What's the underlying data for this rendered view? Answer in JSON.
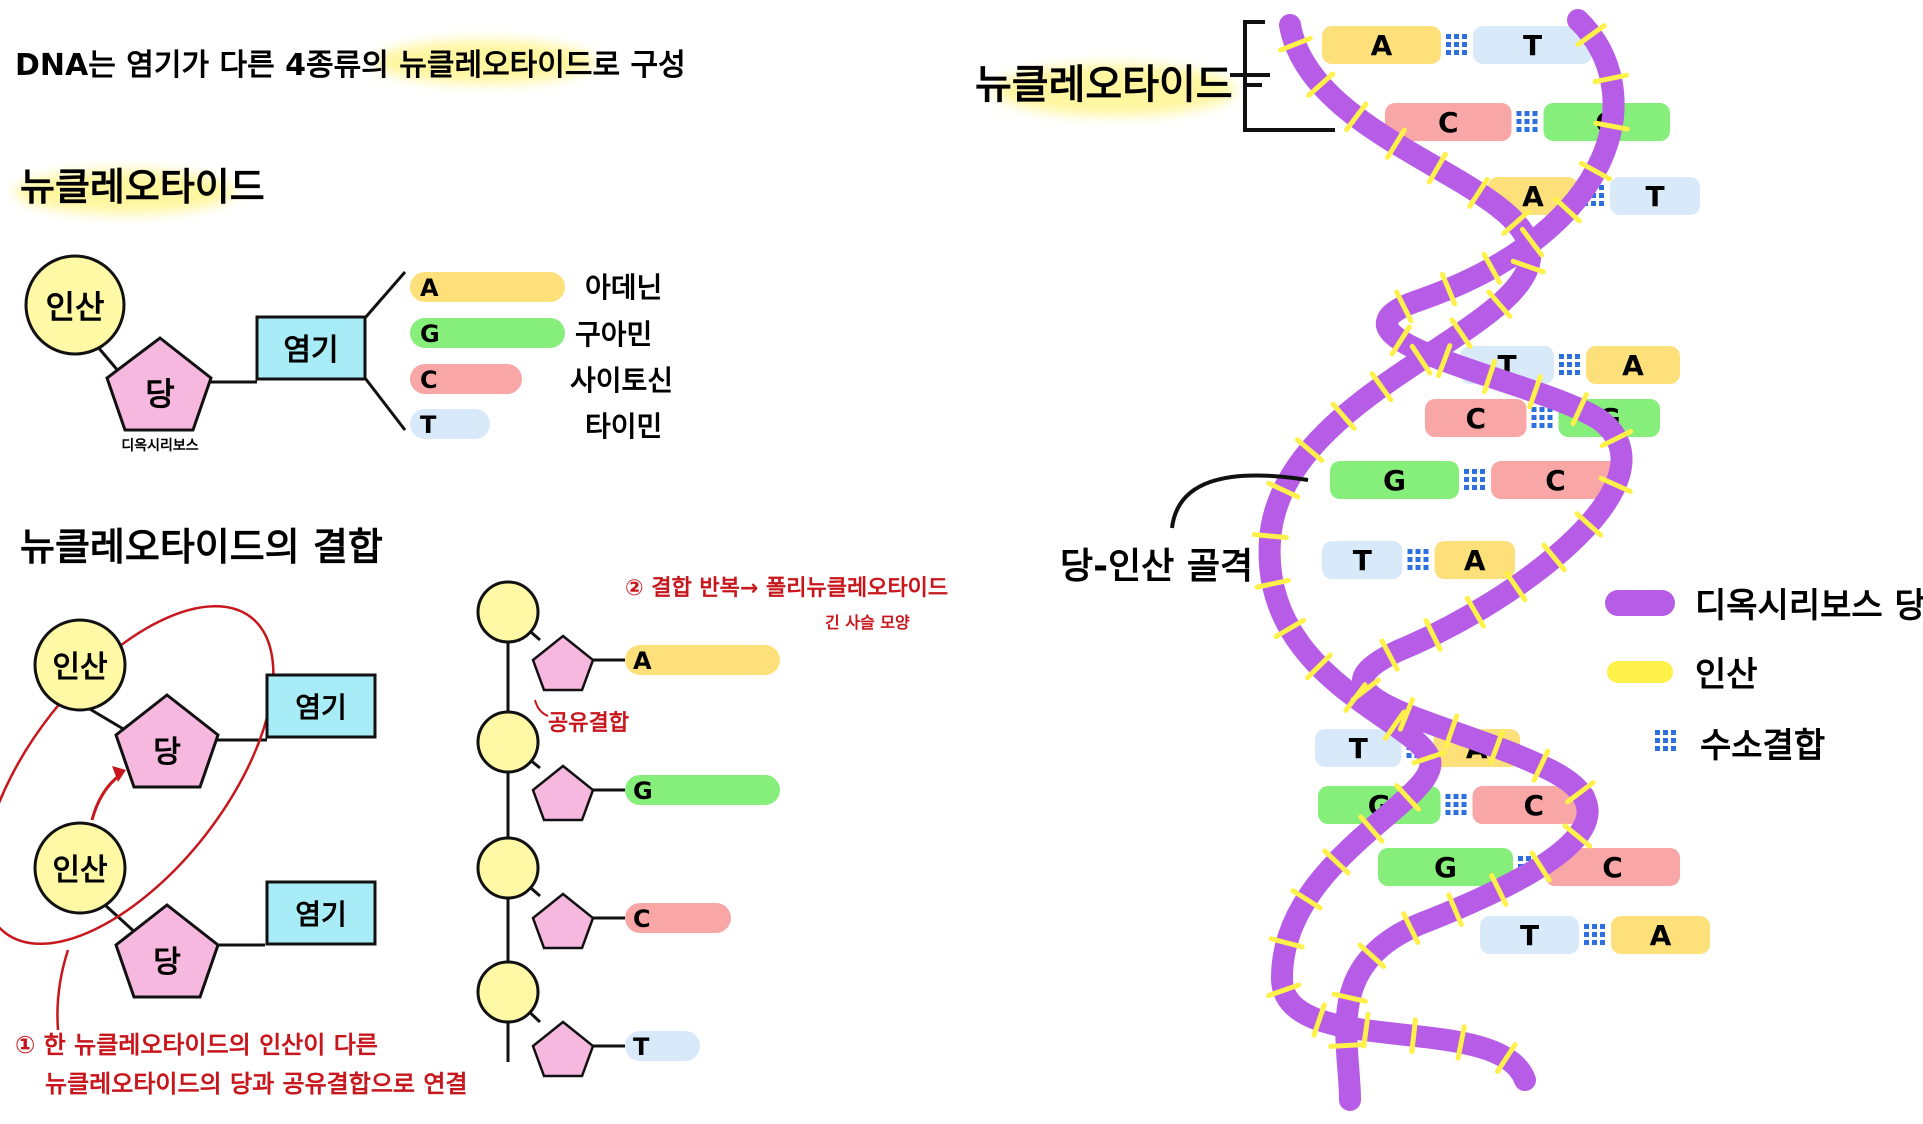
{
  "intro_text": "DNA는 염기가 다른 4종류의 뉴클레오타이드로 구성",
  "section1_title": "뉴클레오타이드",
  "section2_title": "뉴클레오타이드의 결합",
  "nucleotide": {
    "phosphate": "인산",
    "sugar": "당",
    "sugar_name": "디옥시리보스",
    "base": "염기"
  },
  "bases": [
    {
      "letter": "A",
      "name": "아데닌",
      "color": "#fde07a"
    },
    {
      "letter": "G",
      "name": "구아민",
      "color": "#86ee7a"
    },
    {
      "letter": "C",
      "name": "사이토신",
      "color": "#f9a6a6"
    },
    {
      "letter": "T",
      "name": "타이민",
      "color": "#d8e9fa"
    }
  ],
  "bonding": {
    "note1_line1": "① 한 뉴클레오타이드의 인산이 다른",
    "note1_line2": "뉴클레오타이드의 당과 공유결합으로 연결",
    "note2_line1": "② 결합 반복→ 폴리뉴클레오타이드",
    "note2_line2": "긴 사슬 모양",
    "covalent_label": "공유결합",
    "chain_bases": [
      "A",
      "G",
      "C",
      "T"
    ]
  },
  "helix": {
    "nucleotide_label": "뉴클레오타이드",
    "backbone_label": "당-인산 골격",
    "pairs": [
      [
        "A",
        "T"
      ],
      [
        "C",
        "G"
      ],
      [
        "A",
        "T"
      ],
      [
        "T",
        "A"
      ],
      [
        "C",
        "G"
      ],
      [
        "G",
        "C"
      ],
      [
        "T",
        "A"
      ],
      [
        "T",
        "A"
      ],
      [
        "G",
        "C"
      ],
      [
        "G",
        "C"
      ],
      [
        "T",
        "A"
      ]
    ]
  },
  "legend": [
    {
      "label": "디옥시리보스 당",
      "color": "#b65ce6",
      "icon": "purple-stroke"
    },
    {
      "label": "인산",
      "color": "#fff04a",
      "icon": "yellow-stroke"
    },
    {
      "label": "수소결합",
      "color": "#2e6fe0",
      "icon": "blue-dots"
    }
  ],
  "colors": {
    "phosphate_fill": "#fff9a6",
    "sugar_fill": "#f7b8e0",
    "base_box_fill": "#a8ecf7",
    "annotation_red": "#c8161d",
    "highlight": "#fff6a0"
  }
}
